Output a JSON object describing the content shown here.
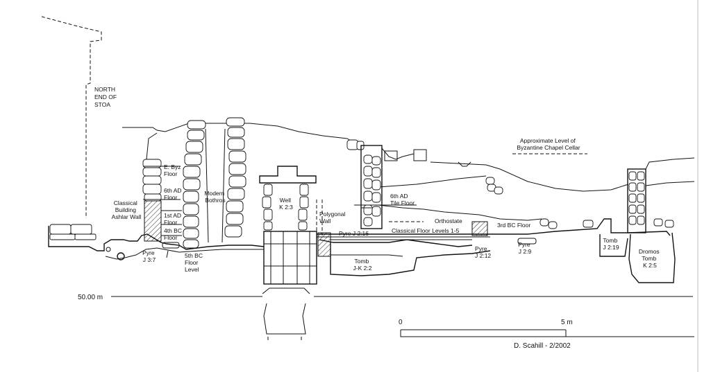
{
  "labels": {
    "stoa": [
      "NORTH",
      "END OF",
      "STOA"
    ],
    "ashlar": [
      "Classical",
      "Building",
      "Ashlar Wall"
    ],
    "ebyz": [
      "E. Byz",
      "Floor"
    ],
    "ad6": [
      "6th AD",
      "Floor"
    ],
    "ad1": [
      "1st AD",
      "Floor"
    ],
    "bc4": [
      "4th BC",
      "Floor"
    ],
    "bc5": [
      "5th BC",
      "Floor",
      "Level"
    ],
    "pyre_j37": [
      "Pyre",
      "J 3:7"
    ],
    "bothros": [
      "Modern",
      "Bothros"
    ],
    "well": [
      "Well",
      "K 2:3"
    ],
    "polygonal": [
      "Polygonal",
      "Wall"
    ],
    "pyre_j216": "Pyre J 2:16",
    "classical_floors": "Classical Floor Levels 1-5",
    "tomb_jk22": [
      "Tomb",
      "J-K 2:2"
    ],
    "tile_floor": [
      "6th AD",
      "Tile Floor"
    ],
    "orthostate": "Orthostate",
    "pyre_j212": [
      "Pyre",
      "J 2:12"
    ],
    "bc3_floor": "3rd BC Floor",
    "pyre_j29": [
      "Pyre",
      "J 2:9"
    ],
    "chapel": [
      "Approximate Level of",
      "Byzantine Chapel Cellar"
    ],
    "tomb_j219": [
      "Tomb",
      "J 2:19"
    ],
    "dromos": [
      "Dromos",
      "Tomb",
      "K 2:5"
    ]
  },
  "datum_label": "50.00 m",
  "scale": {
    "start": "0",
    "end": "5 m"
  },
  "credit": "D. Scahill - 2/2002"
}
